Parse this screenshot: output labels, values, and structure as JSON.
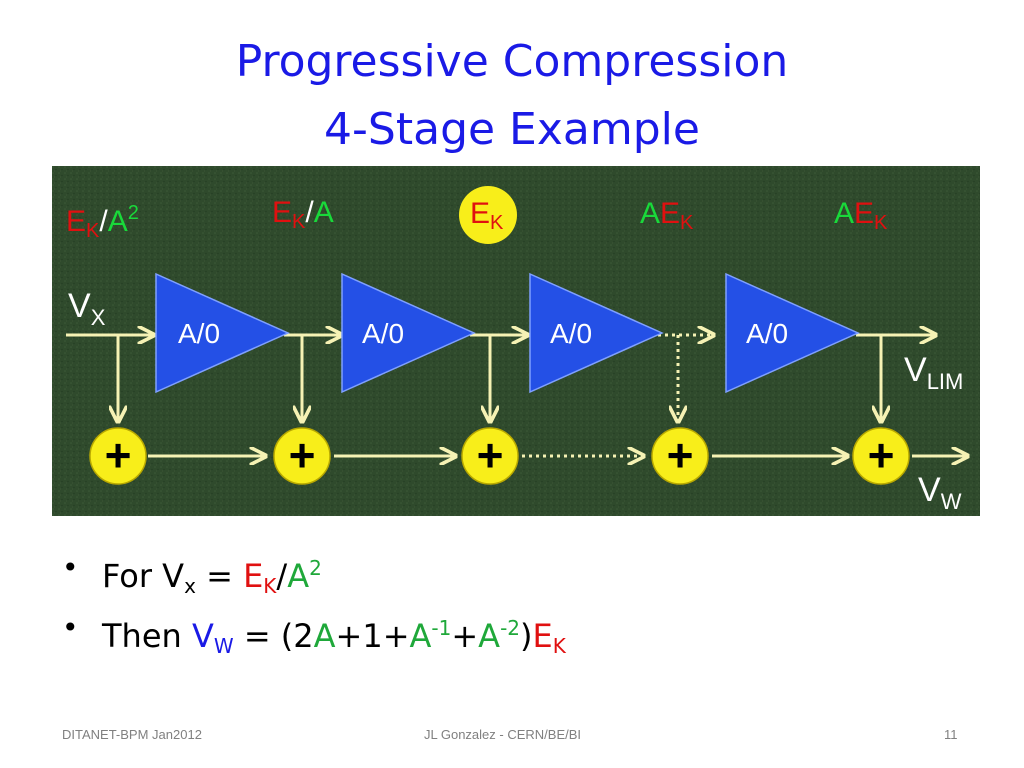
{
  "title": {
    "line1": "Progressive Compression",
    "line2": "4-Stage Example"
  },
  "diagram": {
    "stage_labels": [
      {
        "a": "E",
        "a_sub": "K",
        "sep": "/",
        "b": "A",
        "b_sup": "2"
      },
      {
        "a": "E",
        "a_sub": "K",
        "sep": "/",
        "b": "A"
      },
      {
        "a": "E",
        "a_sub": "K"
      },
      {
        "a": "A",
        "b": "E",
        "b_sub": "K"
      },
      {
        "a": "A",
        "b": "E",
        "b_sub": "K"
      }
    ],
    "amplifiers": [
      "A/0",
      "A/0",
      "A/0",
      "A/0"
    ],
    "adders": [
      "+",
      "+",
      "+",
      "+",
      "+"
    ],
    "signals": {
      "vx": {
        "base": "V",
        "sub": "X"
      },
      "vlim": {
        "base": "V",
        "sub": "LIM"
      },
      "vw": {
        "base": "V",
        "sub": "W"
      }
    },
    "colors": {
      "background": "#2f4a2c",
      "amplifier_fill": "#2450e6",
      "adder_fill": "#f8ee1a",
      "arrow": "#f6f2b4",
      "red_text": "#e01010",
      "green_text": "#19d93a",
      "highlight_circle": "#f8ee1a"
    }
  },
  "bullets": [
    {
      "prefix": "For V",
      "prefix_sub": "x",
      "eq": " = ",
      "e": "E",
      "e_sub": "K",
      "slash": "/",
      "a": "A",
      "a_sup": "2"
    },
    {
      "prefix": "Then ",
      "v": "V",
      "v_sub": "W",
      "eq": " = (2",
      "a1": "A",
      "mid1": "+1+",
      "a2": "A",
      "a2_sup": "-1",
      "plus": "+",
      "a3": "A",
      "a3_sup": "-2",
      "close": ")",
      "e": "E",
      "e_sub": "K"
    }
  ],
  "footer": {
    "left": "DITANET-BPM Jan2012",
    "center": "JL Gonzalez - CERN/BE/BI",
    "page": "11"
  }
}
